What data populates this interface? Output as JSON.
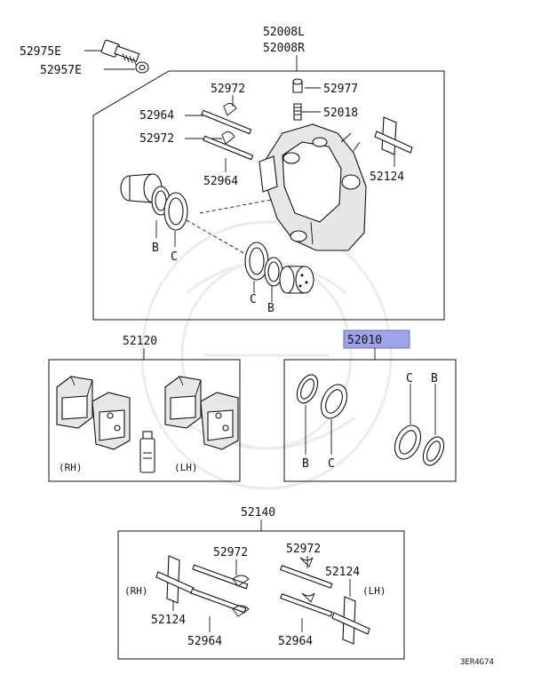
{
  "labels": {
    "caliper_lh": "52008L",
    "caliper_rh": "52008R",
    "bolt": "52975E",
    "washer": "52957E",
    "pin_clip_a": "52972",
    "bleeder_cap": "52977",
    "pin_a": "52964",
    "bleeder_screw": "52018",
    "pin_clip_b": "52972",
    "pin_b": "52964",
    "spring_a": "52124",
    "pad_set": "52120",
    "seal_kit": "52010",
    "hardware_kit": "52140",
    "kit_clip_left": "52972",
    "kit_clip_right": "52972",
    "kit_spring_left": "52124",
    "kit_spring_right": "52124",
    "kit_pin_left": "52964",
    "kit_pin_right": "52964",
    "rh": "(RH)",
    "lh": "(LH)",
    "b": "B",
    "c": "C",
    "code": "3ER4G74"
  },
  "colors": {
    "highlight": "#9fa3e8",
    "line": "#111111"
  }
}
